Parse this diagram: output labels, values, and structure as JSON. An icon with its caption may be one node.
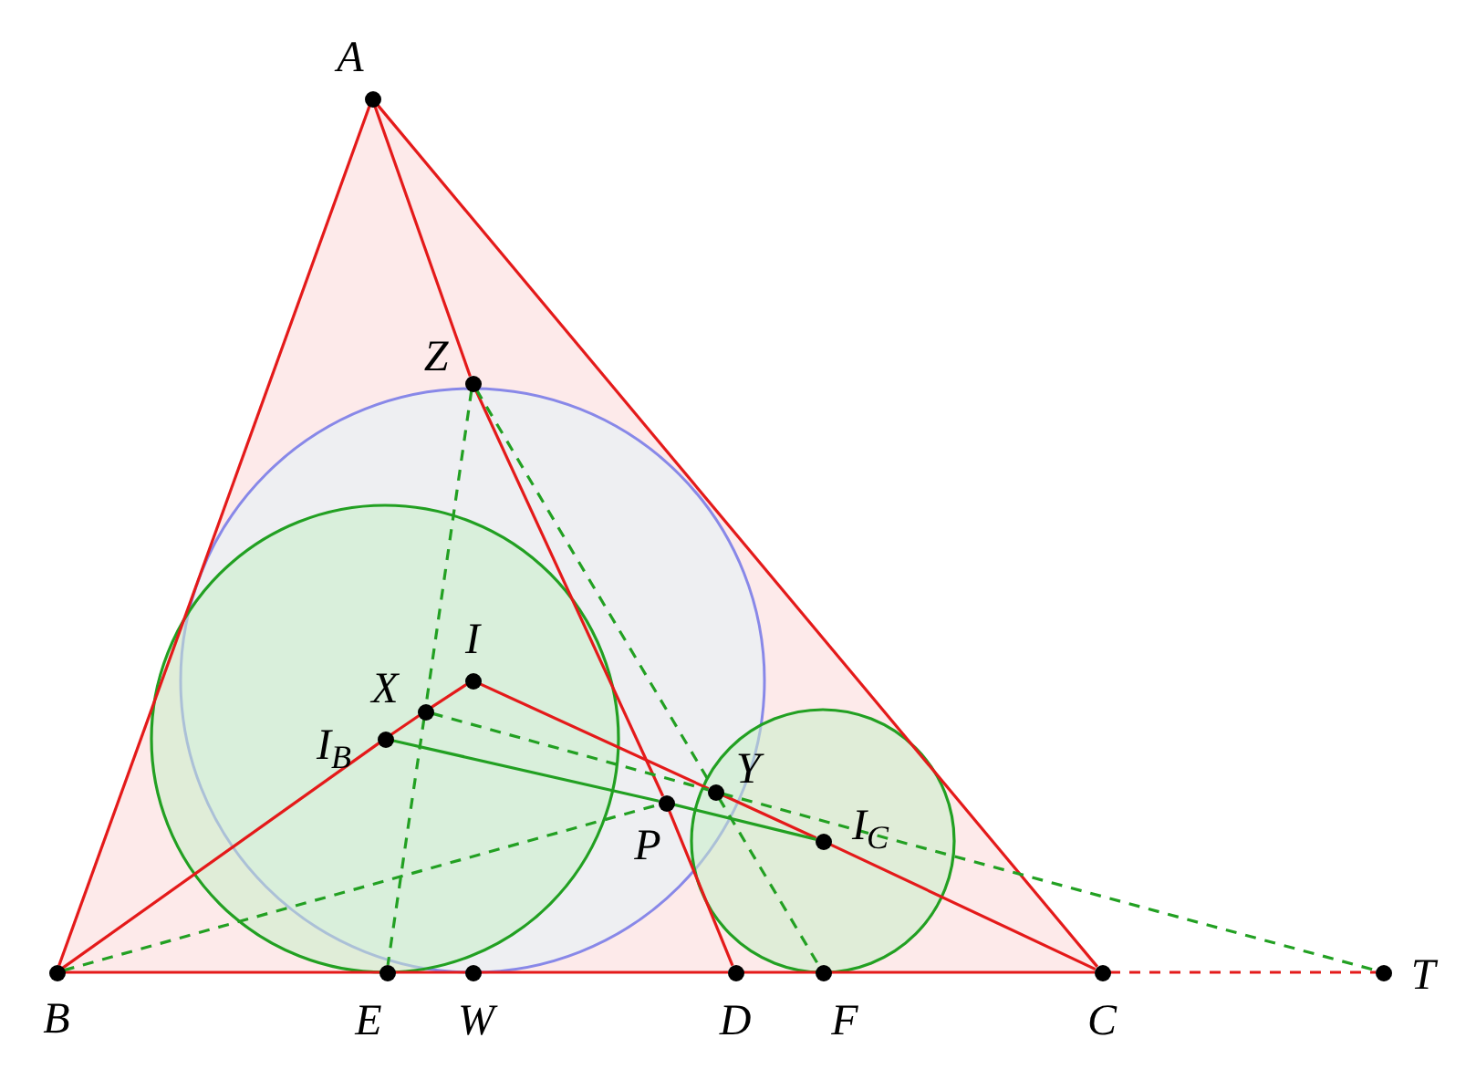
{
  "diagram": {
    "nodes": [
      {
        "text": [],
        "shape": "circle",
        "beside": [
          "A"
        ]
      },
      {
        "text": [],
        "shape": "circle",
        "beside": [
          "Z"
        ]
      },
      {
        "text": [],
        "shape": "circle",
        "beside": [
          "I"
        ]
      },
      {
        "text": [],
        "shape": "circle",
        "beside": [
          "X"
        ]
      },
      {
        "text": [],
        "shape": "circle",
        "beside": [
          "I$_{B}$"
        ]
      },
      {
        "text": [],
        "shape": "circle",
        "beside": [
          "Y"
        ]
      },
      {
        "text": [],
        "shape": "circle",
        "beside": [
          "P"
        ]
      },
      {
        "text": [],
        "shape": "circle",
        "beside": [
          "I$_{C}$"
        ]
      },
      {
        "text": [],
        "shape": "circle",
        "beside": [
          "B"
        ]
      },
      {
        "text": [],
        "shape": "circle",
        "beside": [
          "E"
        ]
      },
      {
        "text": [],
        "shape": "circle",
        "beside": [
          "W"
        ]
      },
      {
        "text": [],
        "shape": "circle",
        "beside": [
          "D"
        ]
      },
      {
        "text": [],
        "shape": "circle",
        "beside": [
          "F"
        ]
      },
      {
        "text": [],
        "shape": "circle",
        "beside": [
          "C"
        ]
      },
      {
        "text": [],
        "shape": "circle",
        "beside": [
          "T"
        ]
      }
    ],
    "edges": [
      {
        "from": 0,
        "to": 8,
        "arrow": "none"
      },
      {
        "from": 0,
        "to": 13,
        "arrow": "none"
      },
      {
        "from": 8,
        "to": 9,
        "arrow": "none"
      },
      {
        "from": 9,
        "to": 10,
        "arrow": "none"
      },
      {
        "from": 10,
        "to": 11,
        "arrow": "none"
      },
      {
        "from": 11,
        "to": 12,
        "arrow": "none"
      },
      {
        "from": 12,
        "to": 13,
        "arrow": "none"
      },
      {
        "from": 0,
        "to": 1,
        "arrow": "none"
      },
      {
        "from": 1,
        "to": 6,
        "arrow": "none"
      },
      {
        "from": 6,
        "to": 11,
        "arrow": "none"
      },
      {
        "from": 8,
        "to": 4,
        "arrow": "none"
      },
      {
        "from": 4,
        "to": 3,
        "arrow": "none"
      },
      {
        "from": 3,
        "to": 2,
        "arrow": "none"
      },
      {
        "from": 2,
        "to": 5,
        "arrow": "none"
      },
      {
        "from": 5,
        "to": 7,
        "arrow": "none"
      },
      {
        "from": 7,
        "to": 13,
        "arrow": "none"
      },
      {
        "from": 13,
        "to": 14,
        "arrow": "none",
        "style": "dashed"
      },
      {
        "from": 1,
        "to": 3,
        "arrow": "none",
        "style": "dashed",
        "color": "#22a022"
      },
      {
        "from": 3,
        "to": 9,
        "arrow": "none",
        "style": "dashed",
        "color": "#22a022"
      },
      {
        "from": 1,
        "to": 5,
        "arrow": "none",
        "style": "dashed",
        "color": "#22a022"
      },
      {
        "from": 5,
        "to": 12,
        "arrow": "none",
        "style": "dashed",
        "color": "#22a022"
      },
      {
        "from": 4,
        "to": 6,
        "arrow": "none",
        "color": "#22a022"
      },
      {
        "from": 6,
        "to": 7,
        "arrow": "none",
        "color": "#22a022"
      },
      {
        "from": 8,
        "to": 6,
        "arrow": "none",
        "style": "dashed",
        "color": "#22a022"
      },
      {
        "from": 3,
        "to": 5,
        "arrow": "none",
        "style": "dashed",
        "color": "#22a022"
      },
      {
        "from": 5,
        "to": 14,
        "arrow": "none",
        "style": "dashed",
        "color": "#22a022"
      }
    ]
  }
}
